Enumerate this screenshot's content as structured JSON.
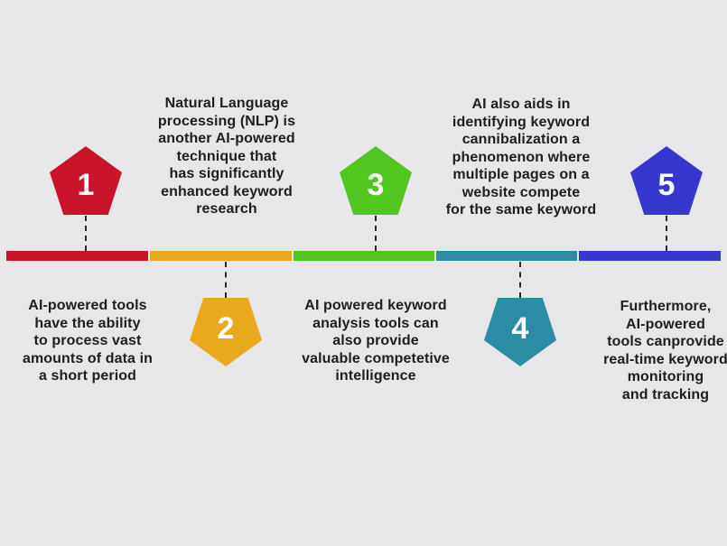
{
  "canvas": {
    "background": "#e7e6e8",
    "text_color": "#1e1e1e"
  },
  "steps": [
    {
      "number": "1",
      "color": "#c81328",
      "pentagon_side": "above-line",
      "description": "AI-powered tools\nhave the ability\nto process vast\namounts of data in\na short period"
    },
    {
      "number": "2",
      "color": "#e9a91d",
      "pentagon_side": "below-line",
      "description": "Natural Language\nprocessing (NLP) is\nanother AI-powered\ntechnique that\nhas significantly\nenhanced keyword\nresearch"
    },
    {
      "number": "3",
      "color": "#50c61f",
      "pentagon_side": "above-line",
      "description": "AI powered keyword\nanalysis tools can\nalso provide\nvaluable competetive\nintelligence"
    },
    {
      "number": "4",
      "color": "#2b8ca4",
      "pentagon_side": "below-line",
      "description": "AI also aids in\nidentifying keyword\ncannibalization a\nphenomenon where\nmultiple pages on a\nwebsite compete\nfor the same keyword"
    },
    {
      "number": "5",
      "color": "#3737cf",
      "pentagon_side": "above-line",
      "description": "Furthermore,\nAI-powered\ntools canprovide\nreal-time keyword\nmonitoring\nand tracking"
    }
  ]
}
